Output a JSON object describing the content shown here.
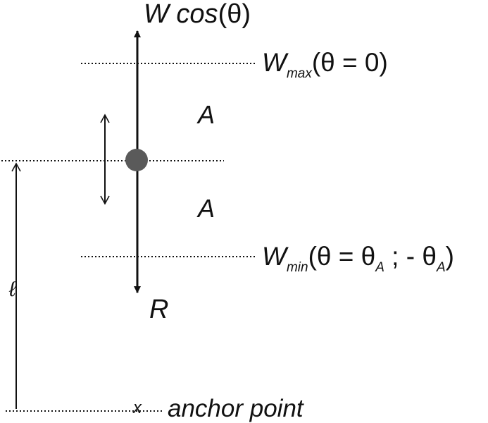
{
  "labels": {
    "weight_component": {
      "main": "W cos",
      "arg": "(θ)"
    },
    "w_max": {
      "main": "W",
      "sub": "max",
      "cond": "(θ = 0)"
    },
    "w_min": {
      "main": "W",
      "sub": "min",
      "cond_open": "(θ = θ",
      "sub_a1": "A",
      "cond_mid": " ; - θ",
      "sub_a2": "A",
      "cond_close": ")"
    },
    "amplitude_upper": "A",
    "amplitude_lower": "A",
    "reaction": "R",
    "length": "ℓ",
    "anchor_mark": "x",
    "anchor": "anchor point"
  },
  "colors": {
    "ink": "#111111",
    "mass": "#5a5a5a"
  }
}
